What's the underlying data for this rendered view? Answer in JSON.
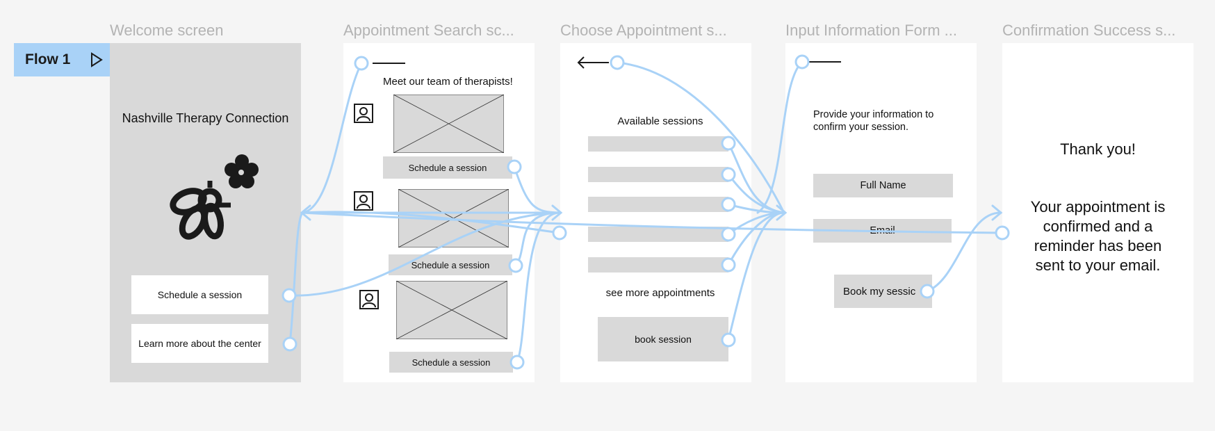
{
  "flow": {
    "label": "Flow 1",
    "play_icon": "play-icon"
  },
  "frames": [
    {
      "title": "Welcome screen"
    },
    {
      "title": "Appointment Search sc..."
    },
    {
      "title": "Choose Appointment s..."
    },
    {
      "title": "Input Information Form ..."
    },
    {
      "title": "Confirmation Success s..."
    }
  ],
  "welcome": {
    "heading": "Nashville Therapy Connection",
    "logo_icon": "bee-flower-icon",
    "schedule_label": "Schedule a session",
    "learn_label": "Learn more about the center"
  },
  "search": {
    "heading": "Meet our team of therapists!",
    "therapists": [
      {
        "avatar_icon": "person-portrait-icon",
        "button": "Schedule a session"
      },
      {
        "avatar_icon": "person-portrait-icon",
        "button": "Schedule a session"
      },
      {
        "avatar_icon": "person-portrait-icon",
        "button": "Schedule a session"
      }
    ]
  },
  "choose": {
    "back_icon": "arrow-left-icon",
    "heading": "Available sessions",
    "session_slots": [
      "",
      "",
      "",
      "",
      ""
    ],
    "more_label": "see more appointments",
    "book_label": "book session"
  },
  "form": {
    "instructions": "Provide your information to confirm your session.",
    "full_name": "Full Name",
    "email": "Email",
    "book_label": "Book my sessic"
  },
  "confirm": {
    "thanks": "Thank you!",
    "message": "Your appointment is confirmed and a reminder has been sent to your email."
  },
  "colors": {
    "canvas": "#f5f5f5",
    "frame_gray": "#d9d9d9",
    "connector": "#a9d2f7",
    "flow_badge": "#a9d2f7"
  }
}
